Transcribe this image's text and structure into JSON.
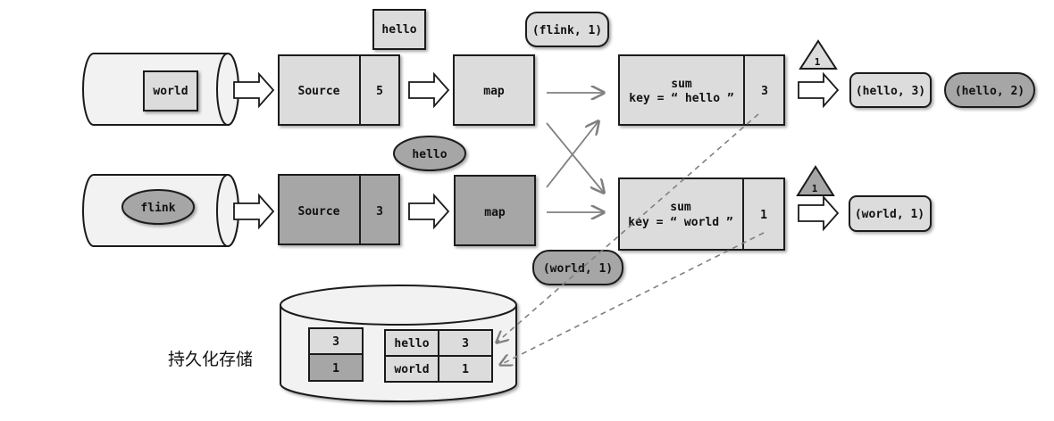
{
  "top_row": {
    "source_queue_record": "world",
    "source_label": "Source",
    "source_offset": "5",
    "in_flight_record": "hello",
    "map_label": "map",
    "map_output_record": "(flink, 1)"
  },
  "bottom_row": {
    "source_queue_record": "flink",
    "source_label": "Source",
    "source_offset": "3",
    "in_flight_record": "hello",
    "map_label": "map",
    "map_output_record": "(world, 1)"
  },
  "sum_hello": {
    "title": "sum",
    "key_label": "key = “ hello ”",
    "value": "3",
    "barrier_label": "1",
    "output_record": "(hello, 3)",
    "pending_record": "(hello, 2)"
  },
  "sum_world": {
    "title": "sum",
    "key_label": "key = “ world ”",
    "value": "1",
    "barrier_label": "1",
    "output_record": "(world, 1)"
  },
  "storage": {
    "caption": "持久化存储",
    "offsets": [
      "3",
      "1"
    ],
    "state_rows": [
      {
        "key": "hello",
        "value": "3"
      },
      {
        "key": "world",
        "value": "1"
      }
    ]
  },
  "colors": {
    "light_fill": "#dcdcdc",
    "dark_fill": "#a6a6a6",
    "queue_fill": "#f2f2f2",
    "stroke": "#1a1a1a",
    "dashed_arrow": "#808080"
  }
}
